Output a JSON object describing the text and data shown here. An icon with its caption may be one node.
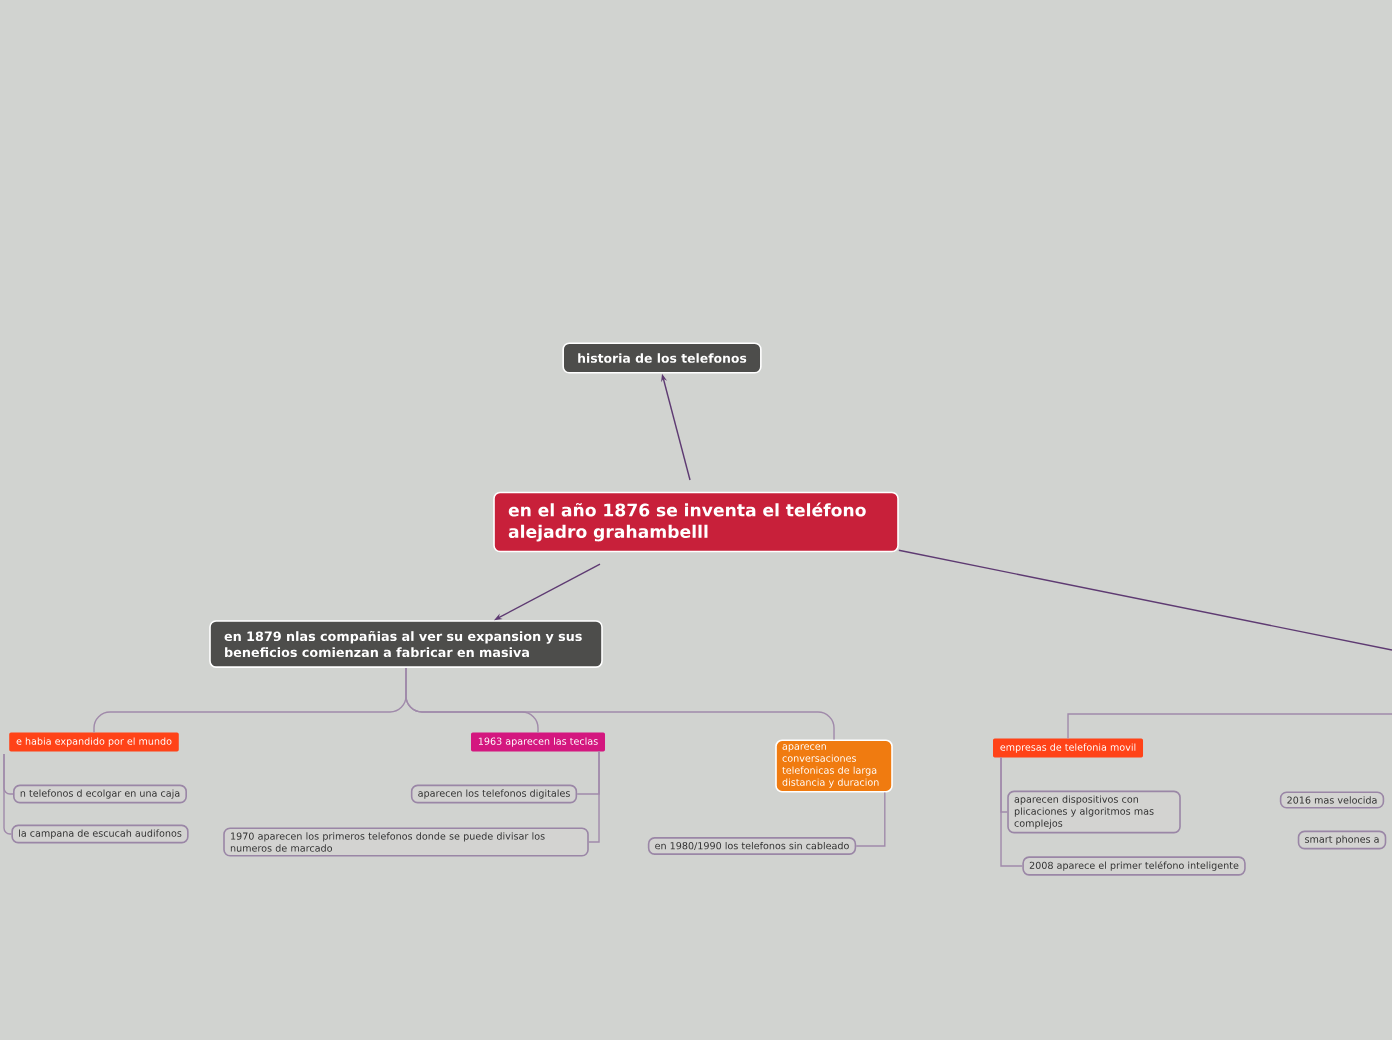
{
  "diagram": {
    "nodes": [
      {
        "text": [
          "historia de  los telefonos"
        ]
      },
      {
        "text": [
          "en el año 1876 se inventa el teléfono alejadro grahambelll"
        ]
      },
      {
        "text": [
          "en 1879 nlas compañias al ver su expansion y sus beneficios comienzan a fabricar en masiva"
        ]
      },
      {
        "text": [
          "e habia expandido por el mundo"
        ]
      },
      {
        "text": [
          "n telefonos d ecolgar en una caja"
        ]
      },
      {
        "text": [
          "la campana de escucah audifonos"
        ]
      },
      {
        "text": [
          "1963 aparecen las teclas"
        ]
      },
      {
        "text": [
          "aparecen los telefonos digitales"
        ]
      },
      {
        "text": [
          "1970 aparecen los primeros telefonos donde se puede divisar los numeros de marcado"
        ]
      },
      {
        "text": [
          "aparecen conversaciones telefonicas de larga distancia y duracion"
        ]
      },
      {
        "text": [
          "en 1980/1990 los telefonos sin cableado"
        ]
      },
      {
        "text": [
          "empresas  de telefonia movil"
        ]
      },
      {
        "text": [
          "aparecen dispositivos con plicaciones y algoritmos mas complejos"
        ]
      },
      {
        "text": [
          "2008 aparece el primer teléfono inteligente"
        ]
      },
      {
        "text": [
          "2016 mas velocida"
        ]
      },
      {
        "text": [
          "smart phones a"
        ]
      }
    ],
    "edges": [
      {
        "from": 1,
        "to": 0,
        "arrow": "to",
        "color": "#5e3a72"
      },
      {
        "from": 1,
        "to": 2,
        "arrow": "to",
        "color": "#5e3a72"
      },
      {
        "from": 1,
        "to": null,
        "arrow": "none",
        "color": "#5e3a72"
      },
      {
        "from": 2,
        "to": 3,
        "arrow": "none"
      },
      {
        "from": 2,
        "to": 6,
        "arrow": "none"
      },
      {
        "from": 2,
        "to": 9,
        "arrow": "none"
      },
      {
        "from": 3,
        "to": 4,
        "arrow": "none"
      },
      {
        "from": 3,
        "to": 5,
        "arrow": "none"
      },
      {
        "from": 6,
        "to": 7,
        "arrow": "none"
      },
      {
        "from": 6,
        "to": 8,
        "arrow": "none"
      },
      {
        "from": 9,
        "to": 10,
        "arrow": "none"
      },
      {
        "from": null,
        "to": 11,
        "arrow": "none"
      },
      {
        "from": 11,
        "to": 12,
        "arrow": "none"
      },
      {
        "from": 11,
        "to": 13,
        "arrow": "none"
      }
    ]
  }
}
